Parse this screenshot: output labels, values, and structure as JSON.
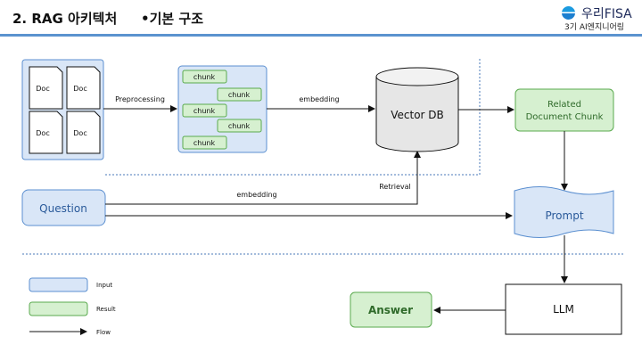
{
  "header": {
    "title": "2. RAG 아키텍처",
    "subtitle": "•기본 구조",
    "logo_text": "우리FISA",
    "logo_sub": "3기 AI엔지니어링",
    "accent_color": "#5b93cf"
  },
  "diagram": {
    "docs": [
      "Doc",
      "Doc",
      "Doc",
      "Doc"
    ],
    "chunks": [
      "chunk",
      "chunk",
      "chunk",
      "chunk",
      "chunk"
    ],
    "vector_db": "Vector DB",
    "related": [
      "Related",
      "Document Chunk"
    ],
    "question": "Question",
    "prompt": "Prompt",
    "llm": "LLM",
    "answer": "Answer",
    "edges": {
      "preprocessing": "Preprocessing",
      "embedding_top": "embedding",
      "embedding_question": "embedding",
      "retrieval": "Retrieval"
    },
    "legend": {
      "input": "Input",
      "result": "Result",
      "flow": "Flow"
    },
    "colors": {
      "input_fill": "#d9e6f7",
      "input_stroke": "#5b8fd0",
      "result_fill": "#d6f0d0",
      "result_stroke": "#5aaa4e"
    }
  }
}
